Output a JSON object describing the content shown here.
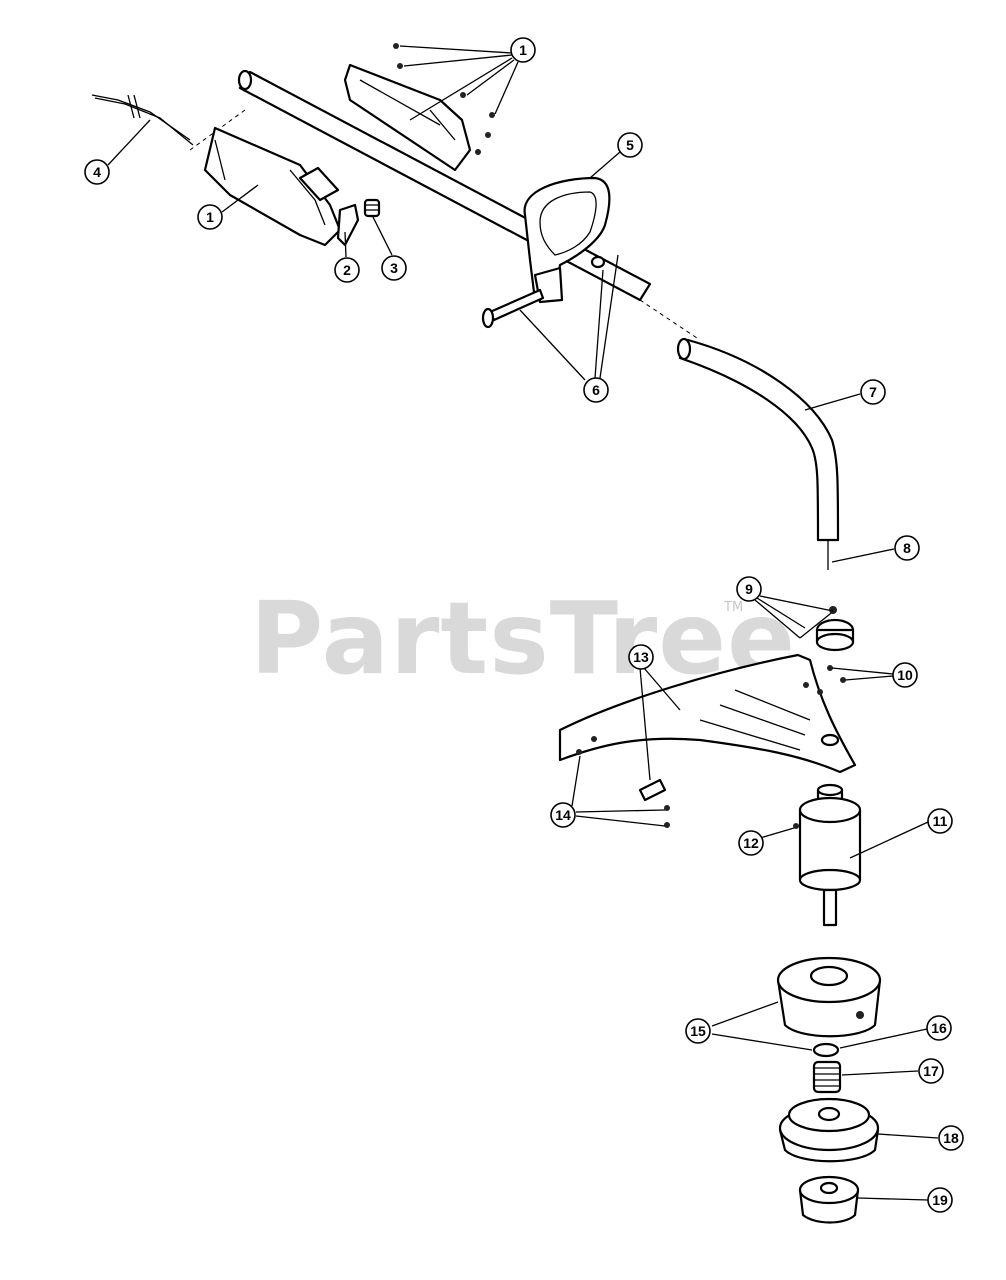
{
  "watermark": {
    "brand": "PartsTree",
    "trademark": "TM"
  },
  "callouts": [
    {
      "id": "1a",
      "label": "1"
    },
    {
      "id": "1b",
      "label": "1"
    },
    {
      "id": "2",
      "label": "2"
    },
    {
      "id": "3",
      "label": "3"
    },
    {
      "id": "4",
      "label": "4"
    },
    {
      "id": "5",
      "label": "5"
    },
    {
      "id": "6",
      "label": "6"
    },
    {
      "id": "7",
      "label": "7"
    },
    {
      "id": "8",
      "label": "8"
    },
    {
      "id": "9",
      "label": "9"
    },
    {
      "id": "10",
      "label": "10"
    },
    {
      "id": "11",
      "label": "11"
    },
    {
      "id": "12",
      "label": "12"
    },
    {
      "id": "13",
      "label": "13"
    },
    {
      "id": "14",
      "label": "14"
    },
    {
      "id": "15",
      "label": "15"
    },
    {
      "id": "16",
      "label": "16"
    },
    {
      "id": "17",
      "label": "17"
    },
    {
      "id": "18",
      "label": "18"
    },
    {
      "id": "19",
      "label": "19"
    }
  ]
}
